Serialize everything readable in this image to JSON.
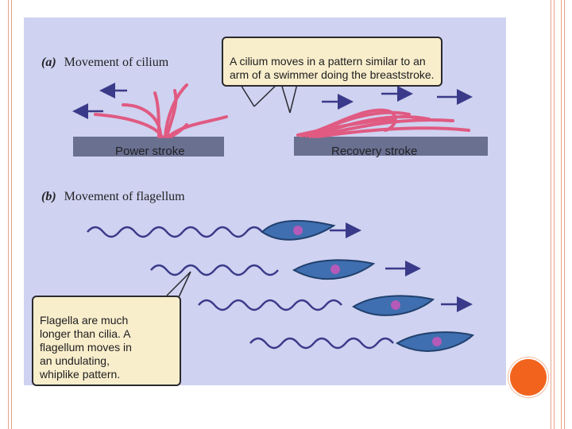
{
  "slide": {
    "background": "#ffffff",
    "frame_color": "#e9a38a",
    "accent_dot_color": "#f2641e"
  },
  "figure": {
    "panel_a": {
      "letter": "(a)",
      "title": "Movement of cilium",
      "callout": "A cilium moves in a pattern similar to an\narm of a swimmer doing the breaststroke.",
      "power_label": "Power stroke",
      "recovery_label": "Recovery stroke"
    },
    "panel_b": {
      "letter": "(b)",
      "title": "Movement of flagellum",
      "callout": "Flagella are much\nlonger than cilia. A\nflagellum moves in\nan undulating,\nwhiplike pattern."
    },
    "colors": {
      "background": "#cfd2f0",
      "cilium": "#e05a82",
      "arrow": "#3a3a8a",
      "surface": "#6a7090",
      "cell": "#3f6fb0",
      "callout_fill": "#f9eecb"
    }
  }
}
